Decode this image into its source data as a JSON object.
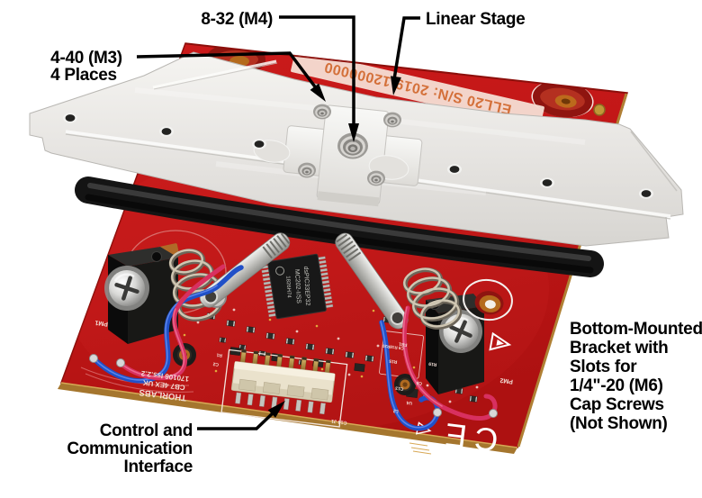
{
  "callouts": {
    "screw_center": "8-32 (M4)",
    "linear_stage": "Linear Stage",
    "screw_corner_line1": "4-40 (M3)",
    "screw_corner_line2": "4 Places",
    "interface": [
      "Control and",
      "Communication",
      "Interface"
    ],
    "bracket_note": [
      "Bottom-Mounted",
      "Bracket with",
      "Slots for",
      "1/4\"-20 (M6)",
      "Cap Screws",
      "(Not Shown)"
    ]
  },
  "board": {
    "label_strip": "ELL20   S/N: 2019-12000000",
    "brand": [
      "THORLABS",
      "CB7 4EX UK",
      "170106 Iss.2.2"
    ],
    "ce_mark": "CE",
    "refs": {
      "pm1": "PM1",
      "pm2": "PM2",
      "j1": "C14  J1",
      "r15": "R15",
      "fb1": "FB1",
      "c6": "C6",
      "c13": "C13",
      "u4": "U4",
      "l2": "L2",
      "r19": "R19",
      "r18": "C9 R18R20",
      "r1": "R1",
      "c2": "C2"
    },
    "ic": [
      "dsPIC33EP32",
      "MC202-I/SS",
      "1826H74"
    ]
  },
  "colors": {
    "pcb": "#c41818",
    "pcb_dark": "#a81212",
    "edge_gold": "#a5762e",
    "track_black": "#161616",
    "aluminum": "#e9e8e5",
    "label_strip_bg": "#f6ded4",
    "label_strip_text": "#d4703a",
    "wire_blue": "#2050c8",
    "wire_pink": "#d83060",
    "annotation": "#000000"
  }
}
